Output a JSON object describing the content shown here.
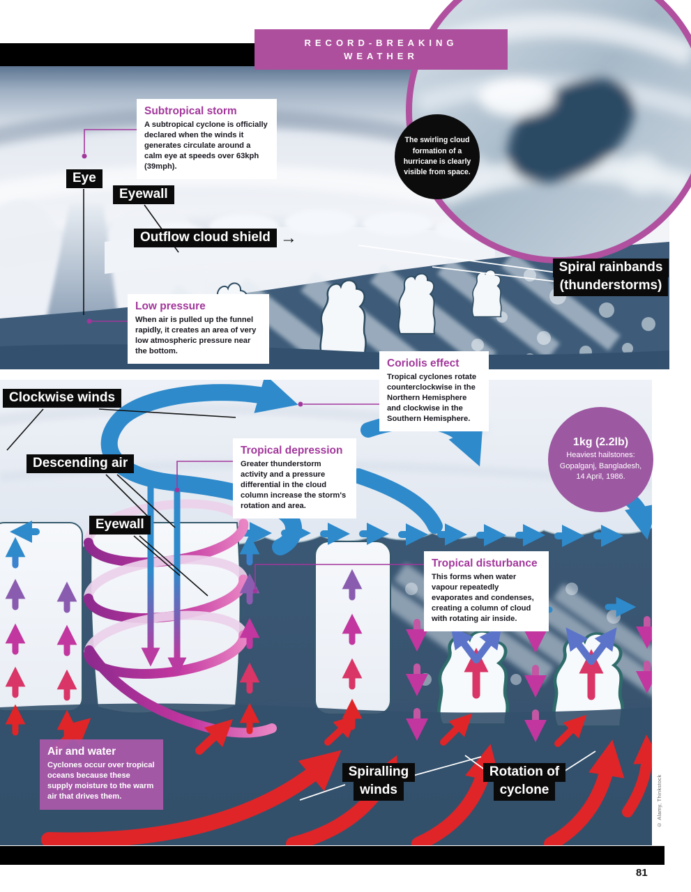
{
  "header": {
    "line1": "RECORD-BREAKING",
    "line2": "WEATHER"
  },
  "photo": {
    "caption": "The swirling cloud formation of a hurricane is clearly visible from space."
  },
  "labels": {
    "eye": "Eye",
    "eyewall_top": "Eyewall",
    "outflow": "Outflow cloud shield",
    "outflow_arrow": "→",
    "spiral_rainbands_1": "Spiral rainbands",
    "spiral_rainbands_2": "(thunderstorms)",
    "clockwise_winds": "Clockwise winds",
    "descending_air": "Descending air",
    "eyewall_lower": "Eyewall",
    "spiralling_1": "Spiralling",
    "spiralling_2": "winds",
    "rotation_1": "Rotation of",
    "rotation_2": "cyclone"
  },
  "annotations": {
    "subtropical_storm": {
      "title": "Subtropical storm",
      "body": "A subtropical cyclone is officially declared when the winds it generates circulate around a calm eye at speeds over 63kph (39mph)."
    },
    "low_pressure": {
      "title": "Low pressure",
      "body": "When air is pulled up the funnel rapidly, it creates an area of very low atmospheric pressure near the bottom."
    },
    "coriolis_effect": {
      "title": "Coriolis effect",
      "body": "Tropical cyclones rotate counterclockwise in the Northern Hemisphere and clockwise in the Southern Hemisphere."
    },
    "tropical_depression": {
      "title": "Tropical depression",
      "body": "Greater thunderstorm activity and a pressure differential in the cloud column increase the storm's rotation and area."
    },
    "tropical_disturbance": {
      "title": "Tropical disturbance",
      "body": "This forms when water vapour repeatedly evaporates and condenses, creating a column of cloud with rotating air inside."
    },
    "air_and_water": {
      "title": "Air and water",
      "body": "Cyclones occur over tropical oceans because these supply moisture to the warm air that drives them."
    }
  },
  "fact_badge": {
    "title": "1kg (2.2lb)",
    "body": "Heaviest hailstones: Gopalganj, Bangladesh, 14 April, 1986."
  },
  "footer": {
    "page_number": "81",
    "credit": "© Alamy, Thinkstock"
  },
  "colors": {
    "accent_purple": "#ae4f9d",
    "heading_purple": "#a2379b",
    "label_black": "#0a0a0a",
    "arrow_blue": "#2e8acb",
    "arrow_red": "#e02528",
    "arrow_magenta": "#c2369f",
    "sea_blue": "#3d5b78"
  }
}
